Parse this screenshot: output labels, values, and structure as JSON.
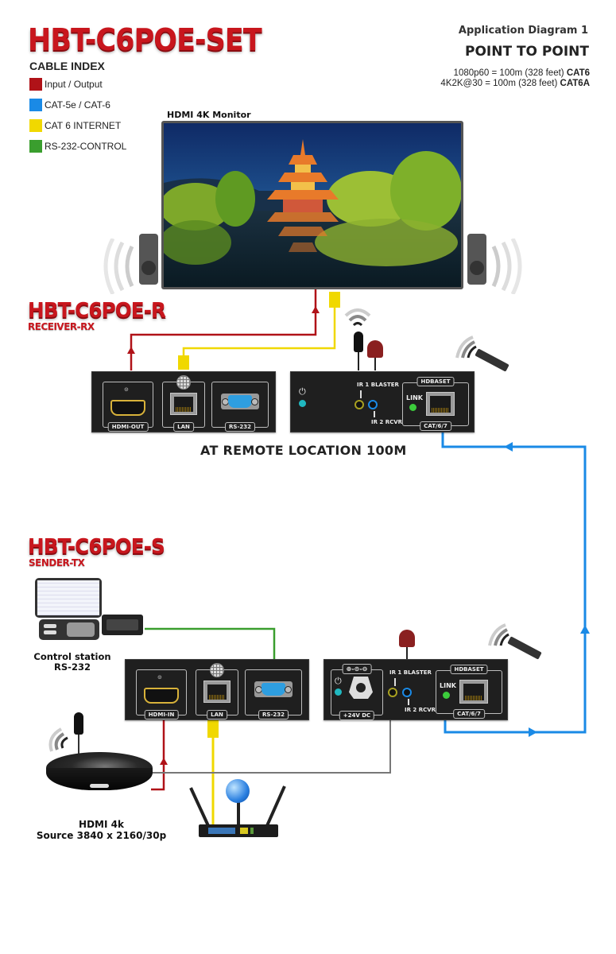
{
  "header": {
    "brand_title": "HBT-C6POE-SET",
    "app_diagram": "Application Diagram 1",
    "mode": "POINT TO POINT",
    "specs": [
      {
        "text": "1080p60   = 100m (328 feet) ",
        "cable": "CAT6"
      },
      {
        "text": "4K2K@30 = 100m (328 feet) ",
        "cable": "CAT6A"
      }
    ]
  },
  "legend": {
    "title": "CABLE INDEX",
    "items": [
      {
        "label": "Input / Output",
        "color": "#b01218"
      },
      {
        "label": "CAT-5e / CAT-6",
        "color": "#1a8ae6"
      },
      {
        "label": "CAT 6 INTERNET",
        "color": "#f0d800"
      },
      {
        "label": "RS-232-CONTROL",
        "color": "#3a9e2e"
      }
    ]
  },
  "colors": {
    "io": "#b01218",
    "cat": "#1a8ae6",
    "internet": "#f0d800",
    "rs232": "#3a9e2e",
    "power": "#777777"
  },
  "monitor": {
    "label": "HDMI 4K Monitor",
    "icon": "pagoda-landscape-image"
  },
  "receiver": {
    "model": "HBT-C6POE-R",
    "role": "RECEIVER-RX",
    "left_panel": {
      "ports": [
        "HDMI-OUT",
        "LAN",
        "RS-232"
      ]
    },
    "right_panel": {
      "ir1": "IR 1 BLASTER",
      "ir2": "IR 2 RCVR",
      "link": "LINK",
      "hdbaset": "HDBASET",
      "cat": "CAT/6/7"
    },
    "location_label": "AT REMOTE LOCATION 100M"
  },
  "sender": {
    "model": "HBT-C6POE-S",
    "role": "SENDER-TX",
    "left_panel": {
      "ports": [
        "HDMI-IN",
        "LAN",
        "RS-232"
      ]
    },
    "right_panel": {
      "power_symbol": "⊕-⊙-⊖",
      "power": "+24V DC",
      "ir1": "IR 1 BLASTER",
      "ir2": "IR 2 RCVR",
      "link": "LINK",
      "hdbaset": "HDBASET",
      "cat": "CAT/6/7"
    }
  },
  "control_station": {
    "line1": "Control station",
    "line2": "RS-232"
  },
  "source": {
    "line1": "HDMI 4k",
    "line2": "Source 3840 x 2160/30p"
  }
}
